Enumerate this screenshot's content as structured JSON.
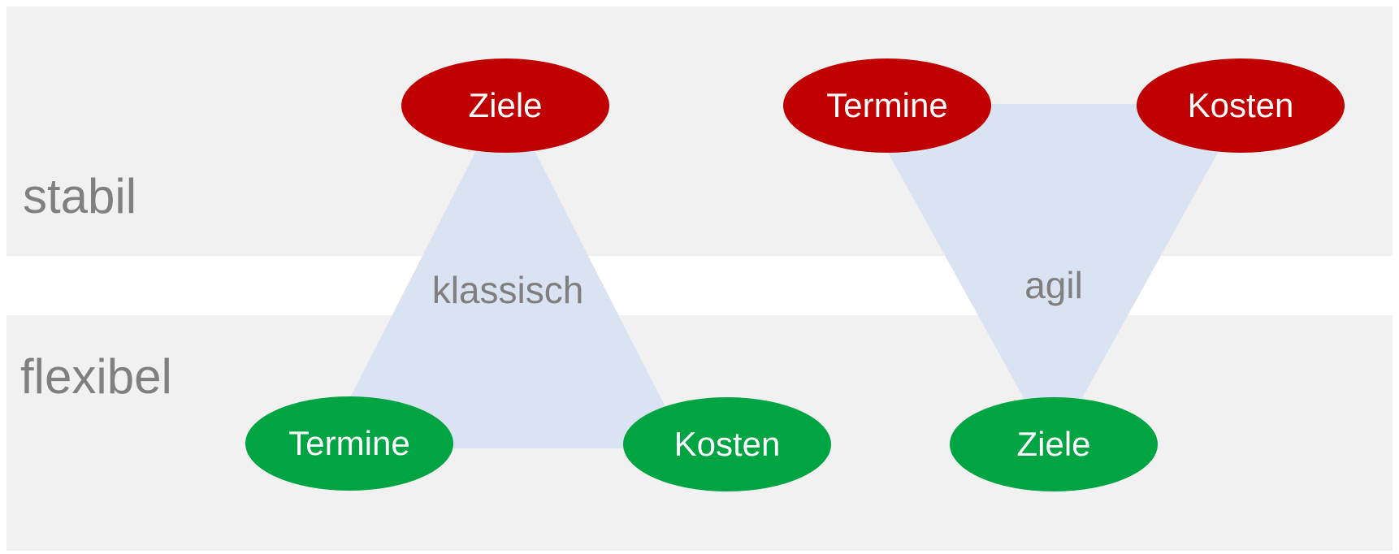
{
  "band_labels": {
    "top": "stabil",
    "bottom": "flexibel"
  },
  "approaches": [
    {
      "label": "klassisch",
      "triangle_orientation": "up",
      "nodes": [
        {
          "id": "ziele",
          "label": "Ziele",
          "color": "#c00000",
          "position": "top"
        },
        {
          "id": "termine",
          "label": "Termine",
          "color": "#00a442",
          "position": "bottom-left"
        },
        {
          "id": "kosten",
          "label": "Kosten",
          "color": "#00a442",
          "position": "bottom-right"
        }
      ]
    },
    {
      "label": "agil",
      "triangle_orientation": "down",
      "nodes": [
        {
          "id": "termine",
          "label": "Termine",
          "color": "#c00000",
          "position": "top-left"
        },
        {
          "id": "kosten",
          "label": "Kosten",
          "color": "#c00000",
          "position": "top-right"
        },
        {
          "id": "ziele",
          "label": "Ziele",
          "color": "#00a442",
          "position": "bottom"
        }
      ]
    }
  ],
  "colors": {
    "background": "#ffffff",
    "band": "#f1f1f1",
    "triangle": "#d9e3f1",
    "band_label": "#808080",
    "triangle_label": "#7f7f7f",
    "node_text": "#ffffff",
    "node_fixed_red": "#c00000",
    "node_flexible_green": "#00a442"
  }
}
